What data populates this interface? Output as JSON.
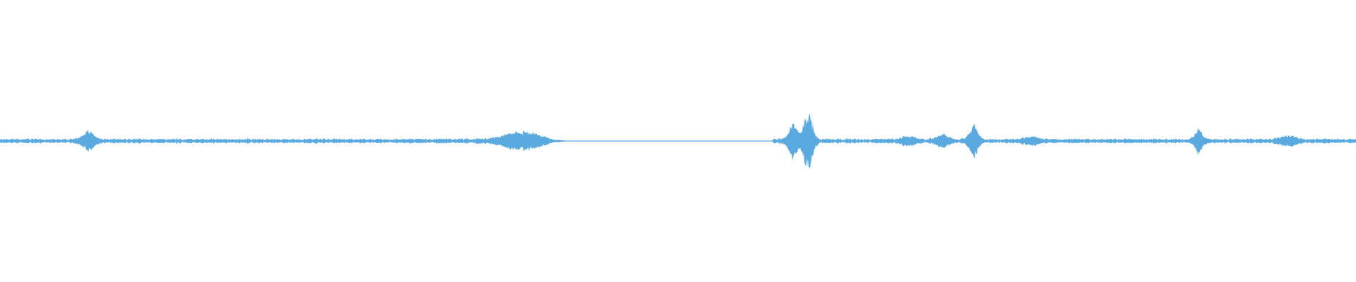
{
  "waveform": {
    "color": "#5aaae0",
    "background": "#ffffff",
    "baseline_amplitude": 0.006,
    "bursts": [
      {
        "position": 0.065,
        "width": 0.008,
        "amplitude": 0.03
      },
      {
        "position": 0.385,
        "width": 0.025,
        "amplitude": 0.03
      },
      {
        "position": 0.585,
        "width": 0.006,
        "amplitude": 0.06
      },
      {
        "position": 0.596,
        "width": 0.006,
        "amplitude": 0.1
      },
      {
        "position": 0.67,
        "width": 0.01,
        "amplitude": 0.012
      },
      {
        "position": 0.695,
        "width": 0.008,
        "amplitude": 0.02
      },
      {
        "position": 0.718,
        "width": 0.006,
        "amplitude": 0.05
      },
      {
        "position": 0.76,
        "width": 0.01,
        "amplitude": 0.012
      },
      {
        "position": 0.884,
        "width": 0.005,
        "amplitude": 0.04
      },
      {
        "position": 0.95,
        "width": 0.01,
        "amplitude": 0.015
      }
    ],
    "quiet_segments": [
      {
        "start": 0.405,
        "end": 0.57
      }
    ]
  }
}
